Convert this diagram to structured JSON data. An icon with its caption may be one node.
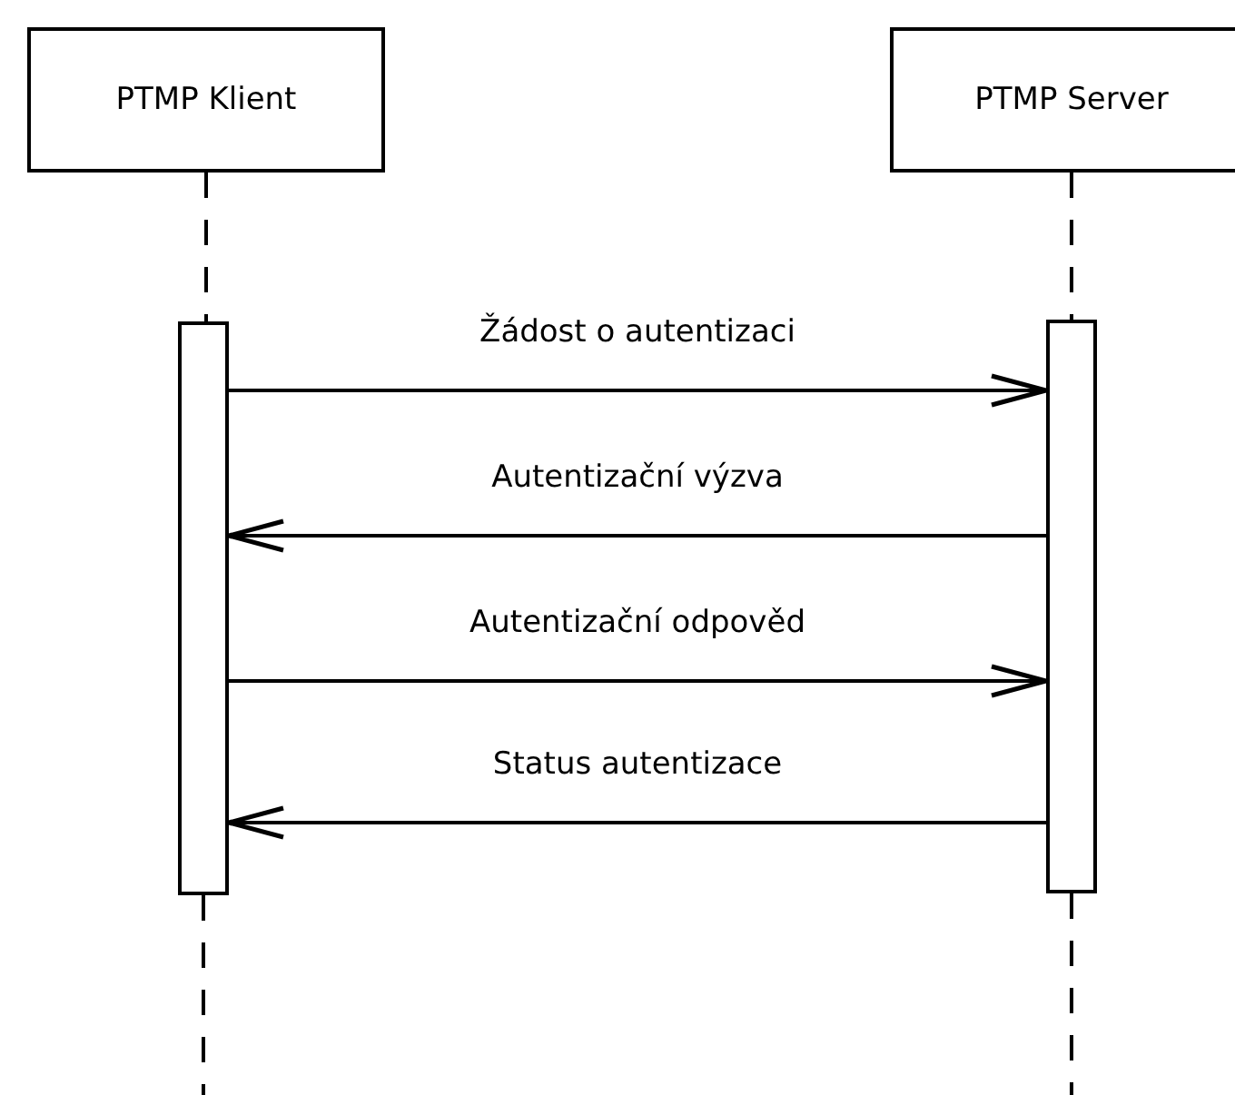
{
  "diagram": {
    "nodes": [
      {
        "text": [
          "PTMP Klient"
        ]
      },
      {
        "text": [
          "PTMP Server"
        ]
      },
      {
        "text": [],
        "shape": "bar"
      },
      {
        "text": [],
        "shape": "bar"
      }
    ],
    "edges": [
      {
        "from": 0,
        "to": 2,
        "arrow": "none",
        "style": "dashed"
      },
      {
        "from": 1,
        "to": 3,
        "arrow": "none",
        "style": "dashed"
      },
      {
        "from": 2,
        "to": 3,
        "arrow": "to",
        "label": "Žádost o autentizaci"
      },
      {
        "from": 3,
        "to": 2,
        "arrow": "to",
        "label": "Autentizační výzva"
      },
      {
        "from": 2,
        "to": 3,
        "arrow": "to",
        "label": "Autentizační odpověd"
      },
      {
        "from": 3,
        "to": 2,
        "arrow": "to",
        "label": "Status autentizace"
      }
    ]
  }
}
